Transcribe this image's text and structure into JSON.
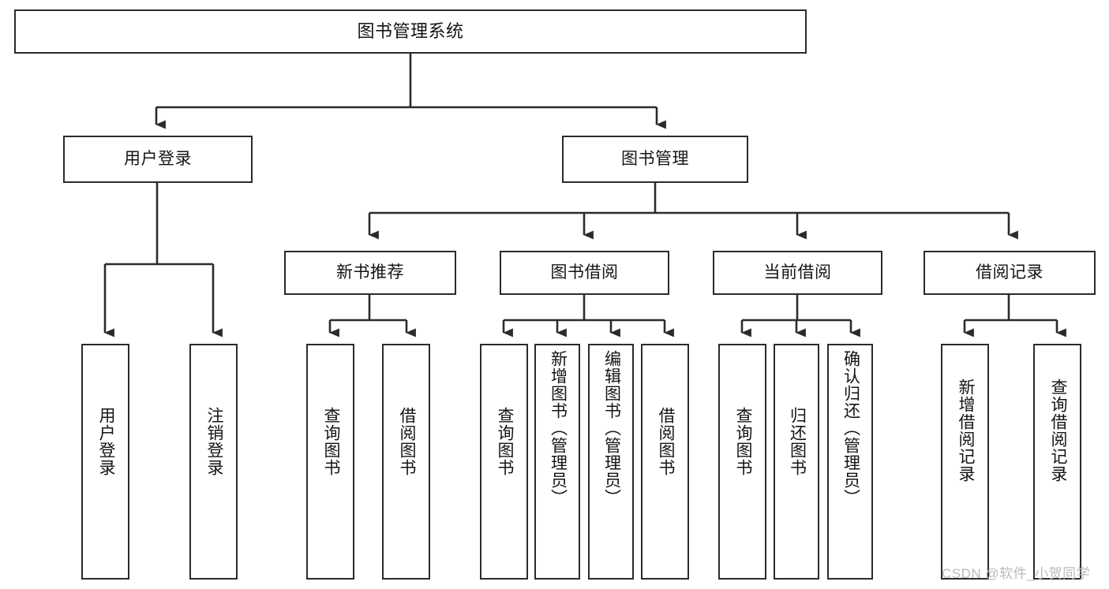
{
  "diagram": {
    "title": "图书管理系统",
    "type": "tree",
    "watermark": "CSDN @软件_小贺同学",
    "root": {
      "id": "root",
      "label": "图书管理系统"
    },
    "level1": [
      {
        "id": "user-login",
        "label": "用户登录"
      },
      {
        "id": "book-manage",
        "label": "图书管理"
      }
    ],
    "level2": [
      {
        "id": "new-book-recommend",
        "label": "新书推荐"
      },
      {
        "id": "book-borrow",
        "label": "图书借阅"
      },
      {
        "id": "current-borrow",
        "label": "当前借阅"
      },
      {
        "id": "borrow-record",
        "label": "借阅记录"
      }
    ],
    "leaves": {
      "user_login": [
        {
          "id": "leaf-user-login",
          "label": "用户登录"
        },
        {
          "id": "leaf-user-logout",
          "label": "注销登录"
        }
      ],
      "new_book_recommend": [
        {
          "id": "leaf-query-book-1",
          "label": "查询图书"
        },
        {
          "id": "leaf-borrow-book-1",
          "label": "借阅图书"
        }
      ],
      "book_borrow": [
        {
          "id": "leaf-query-book-2",
          "label": "查询图书"
        },
        {
          "id": "leaf-add-book",
          "label": "新增图书（管理员）"
        },
        {
          "id": "leaf-edit-book",
          "label": "编辑图书（管理员）"
        },
        {
          "id": "leaf-borrow-book-2",
          "label": "借阅图书"
        }
      ],
      "current_borrow": [
        {
          "id": "leaf-query-book-3",
          "label": "查询图书"
        },
        {
          "id": "leaf-return-book",
          "label": "归还图书"
        },
        {
          "id": "leaf-confirm-return",
          "label": "确认归还（管理员）"
        }
      ],
      "borrow_record": [
        {
          "id": "leaf-add-record",
          "label": "新增借阅记录"
        },
        {
          "id": "leaf-query-record",
          "label": "查询借阅记录"
        }
      ]
    },
    "colors": {
      "stroke": "#2b2b2b",
      "fill": "#ffffff",
      "text": "#141414",
      "watermark": "#b9b9b9"
    }
  }
}
